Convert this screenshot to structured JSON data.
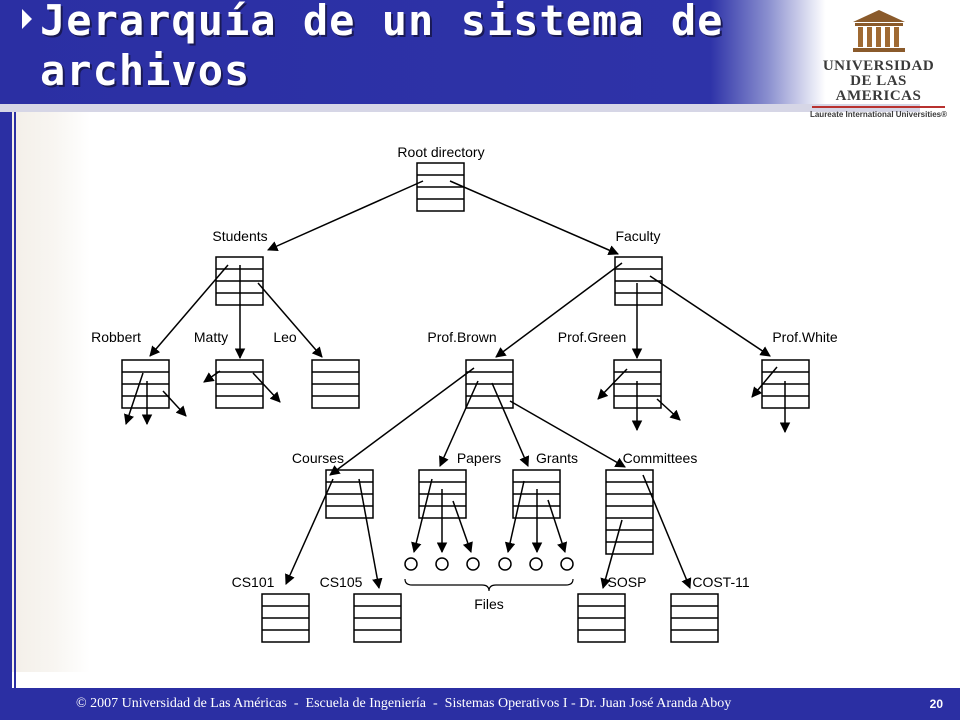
{
  "slide": {
    "title_line1": "Jerarquía de un sistema de",
    "title_line2": "archivos",
    "page_number": "20"
  },
  "logo": {
    "line1": "UNIVERSIDAD",
    "line2": "DE LAS AMERICAS",
    "line3": "Laureate International Universities®",
    "icon": "building-columns-icon"
  },
  "footer": {
    "text": "© 2007 Universidad de Las Américas  -  Escuela de Ingeniería  -  Sistemas Operativos I - Dr. Juan José Aranda Aboy"
  },
  "diagram": {
    "labels": {
      "root": "Root directory",
      "students": "Students",
      "faculty": "Faculty",
      "robbert": "Robbert",
      "matty": "Matty",
      "leo": "Leo",
      "prof_brown": "Prof.Brown",
      "prof_green": "Prof.Green",
      "prof_white": "Prof.White",
      "courses": "Courses",
      "papers": "Papers",
      "grants": "Grants",
      "committees": "Committees",
      "cs101": "CS101",
      "cs105": "CS105",
      "files": "Files",
      "sosp": "SOSP",
      "cost11": "COST-11"
    }
  }
}
